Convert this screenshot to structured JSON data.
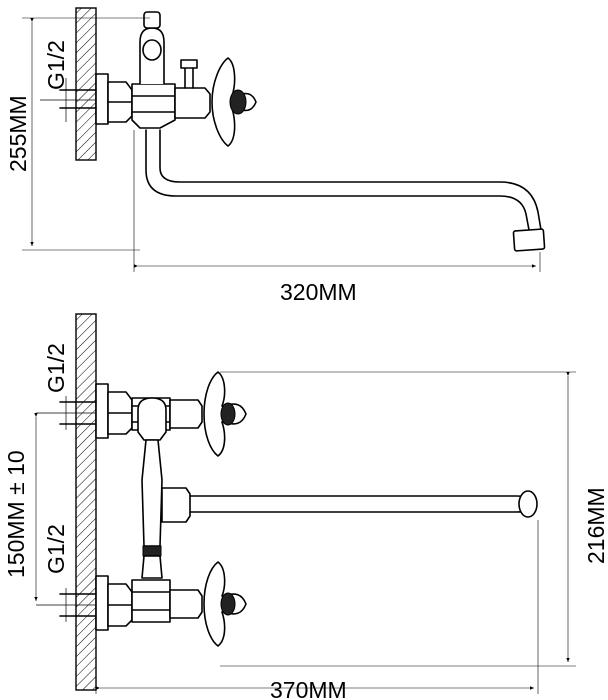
{
  "top_view": {
    "thread_label": "G1/2",
    "height_label": "255MM",
    "spout_label": "320MM"
  },
  "bottom_view": {
    "thread_label_upper": "G1/2",
    "thread_label_lower": "G1/2",
    "spacing_label": "150MM ± 10",
    "height_label": "216MM",
    "spout_label": "370MM"
  }
}
